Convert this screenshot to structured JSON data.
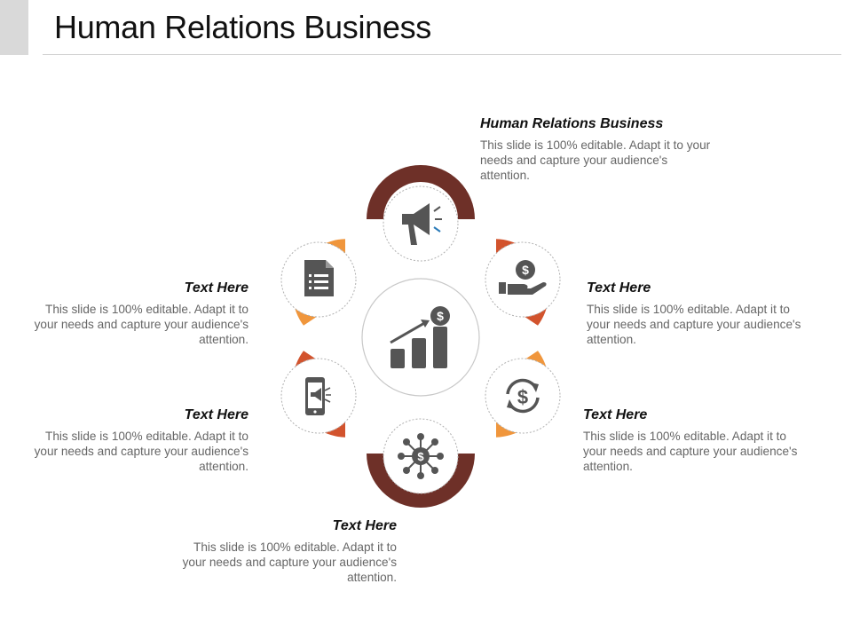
{
  "page_title": "Human Relations Business",
  "colors": {
    "dark_brown": "#6e3028",
    "orange": "#f0963c",
    "red_orange": "#d2532d",
    "icon_gray": "#555555",
    "dashed_circle": "#b0b0b0"
  },
  "center": {
    "icon": "growth-chart-dollar-icon"
  },
  "items": [
    {
      "id": "top",
      "heading": "Human Relations Business",
      "body": "This slide is 100% editable. Adapt it to your needs and capture your audience's attention.",
      "icon": "megaphone-icon",
      "color": "dark_brown"
    },
    {
      "id": "upper-right",
      "heading": "Text Here",
      "body": "This slide is 100% editable. Adapt it to your needs and capture your audience's attention.",
      "icon": "hand-dollar-icon",
      "color": "red_orange"
    },
    {
      "id": "lower-right",
      "heading": "Text Here",
      "body": "This slide is 100% editable. Adapt it to your needs and capture your audience's attention.",
      "icon": "dollar-cycle-icon",
      "color": "orange"
    },
    {
      "id": "bottom",
      "heading": "Text Here",
      "body": "This slide is 100% editable. Adapt it to your needs and capture your audience's attention.",
      "icon": "network-dollar-icon",
      "color": "dark_brown"
    },
    {
      "id": "lower-left",
      "heading": "Text Here",
      "body": "This slide is 100% editable. Adapt it to your needs and capture your audience's attention.",
      "icon": "tablet-megaphone-icon",
      "color": "red_orange"
    },
    {
      "id": "upper-left",
      "heading": "Text Here",
      "body": "This slide is 100% editable. Adapt it to your needs and capture your audience's attention.",
      "icon": "document-list-icon",
      "color": "orange"
    }
  ]
}
